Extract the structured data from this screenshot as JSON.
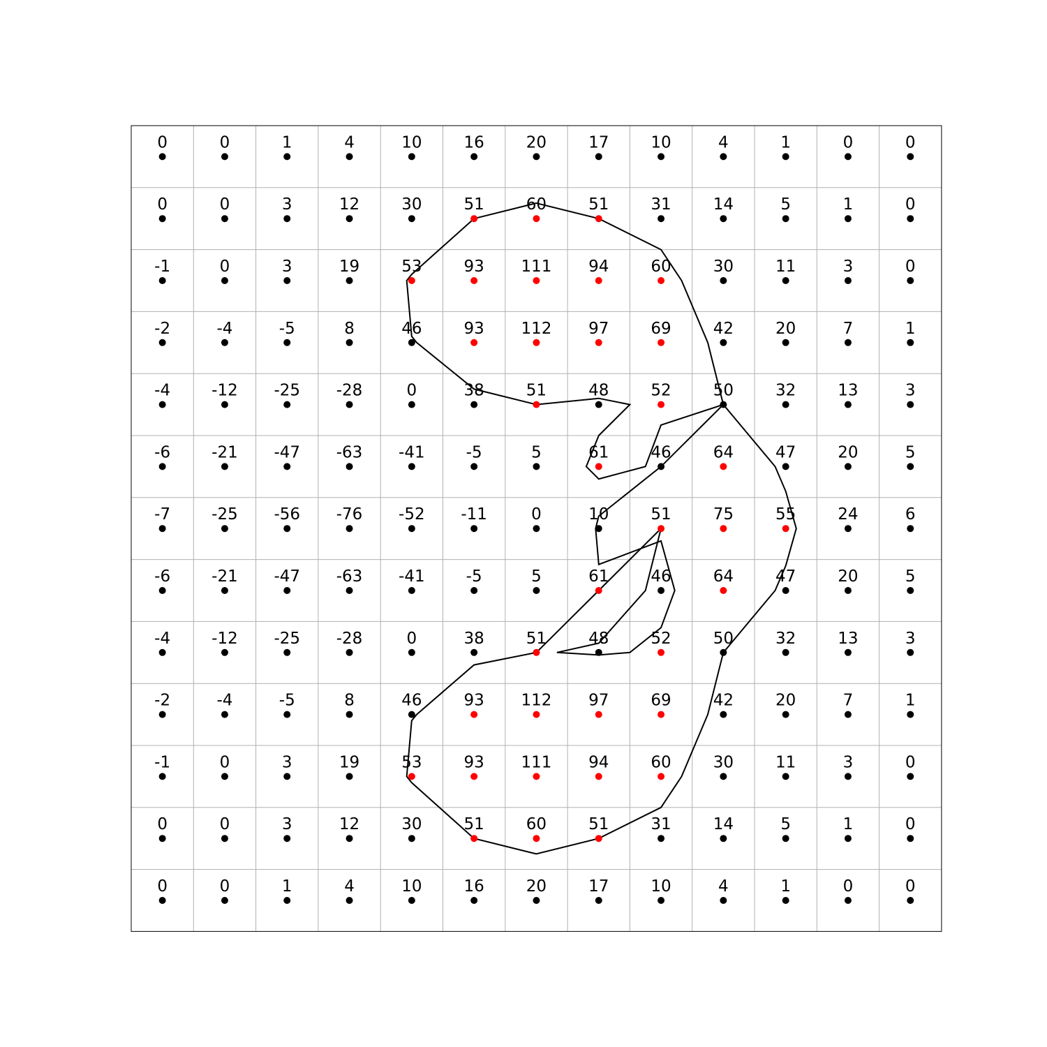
{
  "chart_data": {
    "type": "contour-grid",
    "rows": 13,
    "cols": 13,
    "threshold": 50,
    "colors": {
      "above": "#ff0000",
      "below": "#000000",
      "grid": "#b0b0b0",
      "border": "#000000",
      "contour": "#000000"
    },
    "values": [
      [
        0,
        0,
        1,
        4,
        10,
        16,
        20,
        17,
        10,
        4,
        1,
        0,
        0
      ],
      [
        0,
        0,
        3,
        12,
        30,
        51,
        60,
        51,
        31,
        14,
        5,
        1,
        0
      ],
      [
        -1,
        0,
        3,
        19,
        53,
        93,
        111,
        94,
        60,
        30,
        11,
        3,
        0
      ],
      [
        -2,
        -4,
        -5,
        8,
        46,
        93,
        112,
        97,
        69,
        42,
        20,
        7,
        1
      ],
      [
        -4,
        -12,
        -25,
        -28,
        0,
        38,
        51,
        48,
        52,
        50,
        32,
        13,
        3
      ],
      [
        -6,
        -21,
        -47,
        -63,
        -41,
        -5,
        5,
        61,
        46,
        64,
        47,
        20,
        5
      ],
      [
        -7,
        -25,
        -56,
        -76,
        -52,
        -11,
        0,
        10,
        51,
        75,
        55,
        24,
        6
      ],
      [
        -6,
        -21,
        -47,
        -63,
        -41,
        -5,
        5,
        61,
        46,
        64,
        47,
        20,
        5
      ],
      [
        -4,
        -12,
        -25,
        -28,
        0,
        38,
        51,
        48,
        52,
        50,
        32,
        13,
        3
      ],
      [
        -2,
        -4,
        -5,
        8,
        46,
        93,
        112,
        97,
        69,
        42,
        20,
        7,
        1
      ],
      [
        -1,
        0,
        3,
        19,
        53,
        93,
        111,
        94,
        60,
        30,
        11,
        3,
        0
      ],
      [
        0,
        0,
        3,
        12,
        30,
        51,
        60,
        51,
        31,
        14,
        5,
        1,
        0
      ],
      [
        0,
        0,
        1,
        4,
        10,
        16,
        20,
        17,
        10,
        4,
        1,
        0,
        0
      ]
    ],
    "contours": [
      [
        [
          5.0,
          1.0
        ],
        [
          6.0,
          0.75
        ],
        [
          7.0,
          1.0
        ],
        [
          8.0,
          1.5
        ],
        [
          8.33,
          2.0
        ],
        [
          8.75,
          3.0
        ],
        [
          9.0,
          4.0
        ],
        [
          8.0,
          4.33
        ],
        [
          7.75,
          5.0
        ],
        [
          7.0,
          5.2
        ],
        [
          6.8,
          5.0
        ],
        [
          7.0,
          4.5
        ],
        [
          7.5,
          4.0
        ],
        [
          7.0,
          3.9
        ],
        [
          6.0,
          4.0
        ],
        [
          5.0,
          3.75
        ],
        [
          4.08,
          3.0
        ],
        [
          4.0,
          2.9
        ],
        [
          3.92,
          2.0
        ],
        [
          4.0,
          1.9
        ],
        [
          5.0,
          1.0
        ]
      ],
      [
        [
          9.0,
          4.0
        ],
        [
          9.83,
          5.0
        ],
        [
          10.0,
          5.4
        ],
        [
          10.17,
          6.0
        ],
        [
          10.0,
          6.6
        ],
        [
          9.83,
          7.0
        ],
        [
          9.0,
          8.0
        ],
        [
          8.75,
          9.0
        ],
        [
          8.33,
          10.0
        ],
        [
          8.0,
          10.5
        ],
        [
          7.0,
          11.0
        ],
        [
          6.0,
          11.25
        ],
        [
          5.0,
          11.0
        ],
        [
          4.0,
          10.1
        ],
        [
          3.92,
          10.0
        ],
        [
          4.0,
          9.1
        ],
        [
          4.08,
          9.0
        ],
        [
          5.0,
          8.2
        ],
        [
          6.0,
          8.0
        ],
        [
          7.0,
          7.0
        ],
        [
          8.0,
          6.0
        ],
        [
          7.75,
          7.0
        ],
        [
          7.0,
          7.85
        ],
        [
          6.33,
          8.0
        ],
        [
          7.0,
          8.04
        ],
        [
          7.5,
          8.0
        ],
        [
          8.0,
          7.6
        ],
        [
          8.22,
          7.0
        ],
        [
          8.0,
          6.2
        ],
        [
          7.0,
          6.58
        ],
        [
          6.95,
          6.0
        ],
        [
          7.0,
          5.8
        ],
        [
          8.0,
          5.0
        ],
        [
          9.0,
          4.0
        ]
      ]
    ]
  }
}
